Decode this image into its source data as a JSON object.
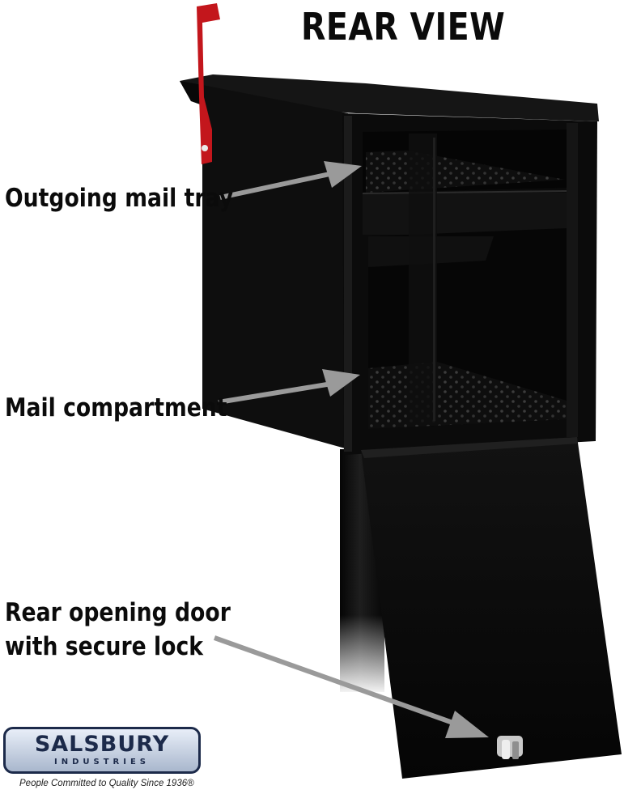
{
  "title": "REAR VIEW",
  "callouts": {
    "outgoing": "Outgoing mail tray",
    "compartment": "Mail compartment",
    "door_line1": "Rear opening door",
    "door_line2": "with secure lock"
  },
  "logo": {
    "name": "SALSBURY",
    "subtitle": "INDUSTRIES",
    "tagline": "People Committed to Quality Since 1936®"
  },
  "colors": {
    "mailbox": "#0d0d0d",
    "flag": "#c3161c",
    "arrow": "#9a9a9a",
    "logo_text": "#1c2a4a"
  }
}
